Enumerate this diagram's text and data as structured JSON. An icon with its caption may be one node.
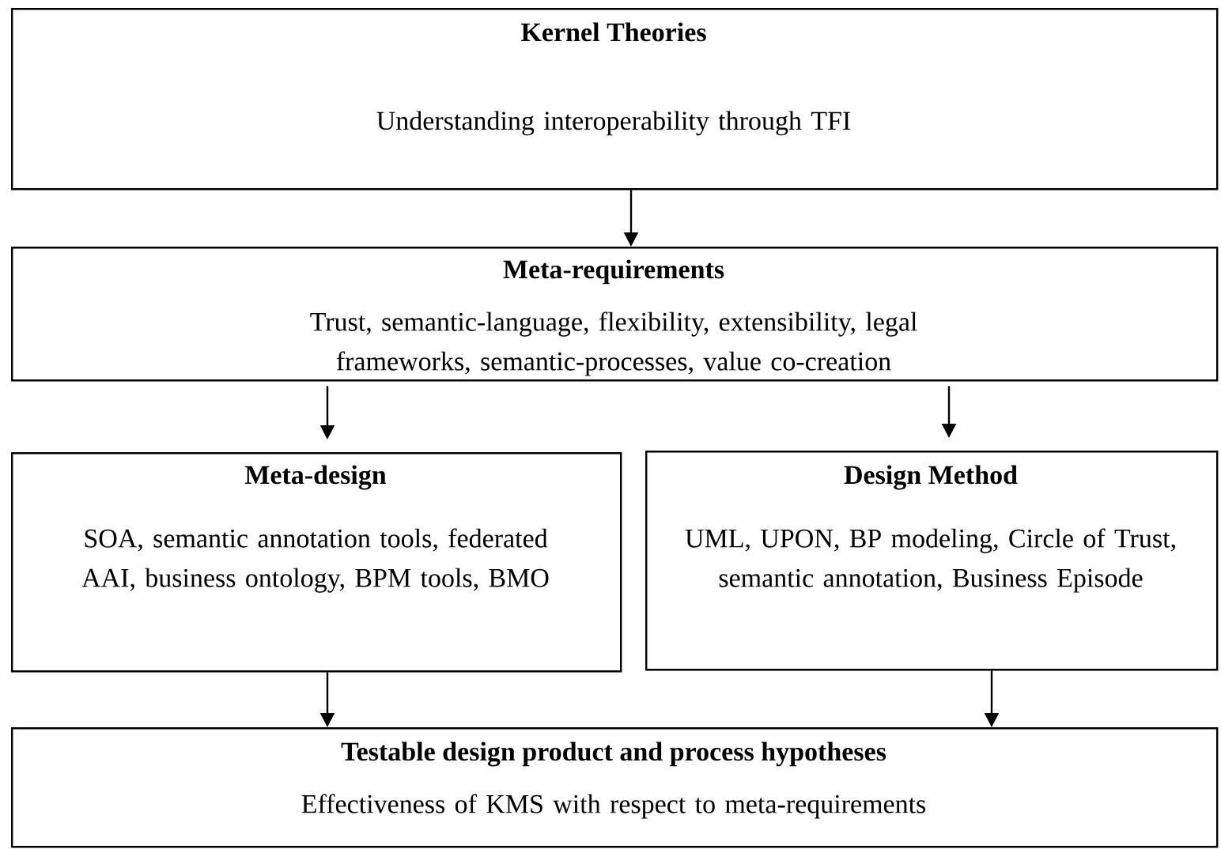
{
  "diagram": {
    "nodes": [
      {
        "text": [
          "Kernel Theories",
          "Understanding interoperability through TFI"
        ]
      },
      {
        "text": [
          "Meta-requirements",
          "Trust, semantic-language, flexibility, extensibility, legal frameworks, semantic-processes, value co-creation"
        ]
      },
      {
        "text": [
          "Meta-design",
          "SOA, semantic annotation tools, federated AAI, business ontology, BPM tools, BMO"
        ]
      },
      {
        "text": [
          "Design Method",
          "UML, UPON, BP modeling, Circle of Trust, semantic annotation, Business Episode"
        ]
      },
      {
        "text": [
          "Testable design product and process hypotheses",
          "Effectiveness of KMS with respect to meta-requirements"
        ]
      }
    ],
    "edges": [
      {
        "from": 0,
        "to": 1,
        "arrow": "to"
      },
      {
        "from": 1,
        "to": 2,
        "arrow": "to"
      },
      {
        "from": 1,
        "to": 3,
        "arrow": "to"
      },
      {
        "from": 2,
        "to": 4,
        "arrow": "to"
      },
      {
        "from": 3,
        "to": 4,
        "arrow": "to"
      }
    ]
  }
}
